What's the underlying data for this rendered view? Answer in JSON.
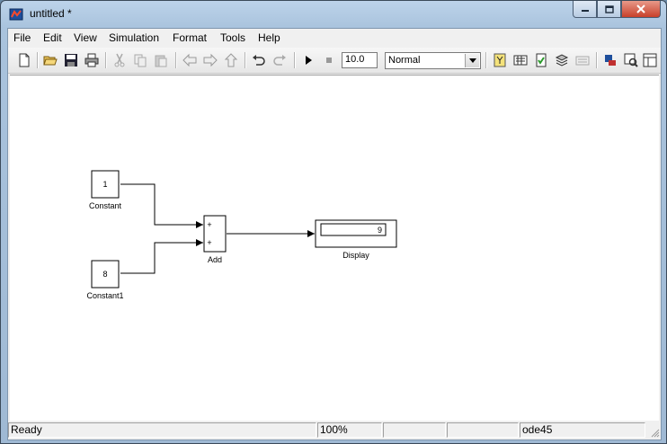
{
  "window": {
    "title": "untitled *"
  },
  "menu": [
    {
      "id": "file",
      "label": "File"
    },
    {
      "id": "edit",
      "label": "Edit"
    },
    {
      "id": "view",
      "label": "View"
    },
    {
      "id": "simulation",
      "label": "Simulation"
    },
    {
      "id": "format",
      "label": "Format"
    },
    {
      "id": "tools",
      "label": "Tools"
    },
    {
      "id": "help",
      "label": "Help"
    }
  ],
  "toolbar": {
    "stop_time": "10.0",
    "sim_mode": "Normal",
    "icons": [
      "new-model-icon",
      "open-icon",
      "save-icon",
      "print-icon",
      "cut-icon",
      "copy-icon",
      "paste-icon",
      "back-icon",
      "forward-icon",
      "up-icon",
      "undo-icon",
      "redo-icon",
      "run-icon",
      "stop-icon",
      "model-explorer-icon",
      "library-browser-icon",
      "model-advisor-icon",
      "debugger-icon",
      "block-update-icon",
      "build-icon",
      "model-browser-icon",
      "toggle-explorer-icon"
    ]
  },
  "model": {
    "blocks": {
      "constant": {
        "value": "1",
        "label": "Constant"
      },
      "constant1": {
        "value": "8",
        "label": "Constant1"
      },
      "add": {
        "label": "Add",
        "sign1": "+",
        "sign2": "+"
      },
      "display": {
        "value": "9",
        "label": "Display"
      }
    }
  },
  "status": {
    "state": "Ready",
    "zoom": "100%",
    "solver": "ode45"
  },
  "colors": {
    "canvas": "#ffffff",
    "block_border": "#000000",
    "run_icon": "#000000"
  }
}
